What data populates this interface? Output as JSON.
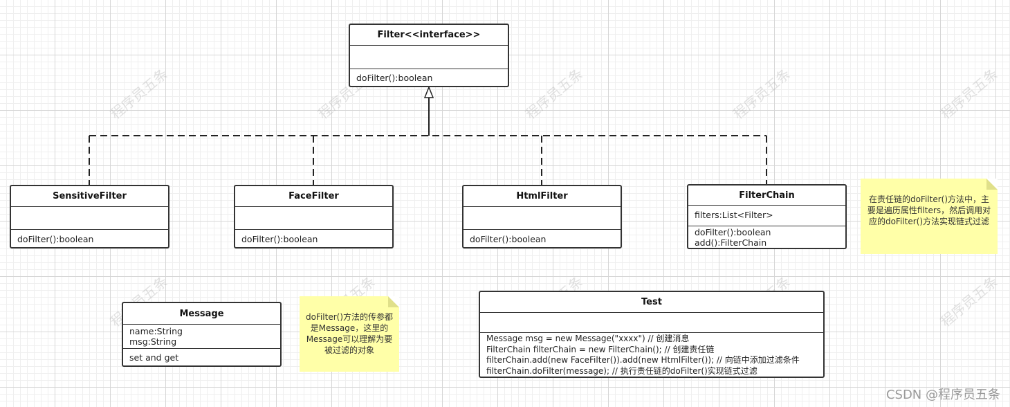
{
  "classes": {
    "filter": {
      "name": "Filter<<interface>>",
      "methods": [
        "doFilter():boolean"
      ]
    },
    "sensitive": {
      "name": "SensitiveFilter",
      "methods": [
        "doFilter():boolean"
      ]
    },
    "face": {
      "name": "FaceFilter",
      "methods": [
        "doFilter():boolean"
      ]
    },
    "html": {
      "name": "HtmlFilter",
      "methods": [
        "doFilter():boolean"
      ]
    },
    "chain": {
      "name": "FilterChain",
      "attrs": [
        "filters:List<Filter>"
      ],
      "methods": [
        "doFilter():boolean",
        "add():FilterChain"
      ]
    },
    "message": {
      "name": "Message",
      "attrs": [
        "name:String",
        "msg:String"
      ],
      "methods": [
        "set and get"
      ]
    },
    "test": {
      "name": "Test",
      "methods": [
        "Message msg = new Message(\"xxxx\") // 创建消息",
        "FilterChain filterChain = new FilterChain(); // 创建责任链",
        "filterChain.add(new FaceFilter()).add(new HtmlFilter()); // 向链中添加过滤条件",
        "filterChain.doFilter(message); // 执行责任链的doFilter()实现链式过滤"
      ]
    }
  },
  "notes": {
    "chain_note": "在责任链的doFilter()方法中，主要是遍历属性filters，然后调用对应的doFilter()方法实现链式过滤",
    "message_note": "doFilter()方法的传参都是Message，这里的Message可以理解为要被过滤的对象"
  },
  "watermark_text": "程序员五条",
  "footer": {
    "credit": "CSDN @程序员五条"
  }
}
